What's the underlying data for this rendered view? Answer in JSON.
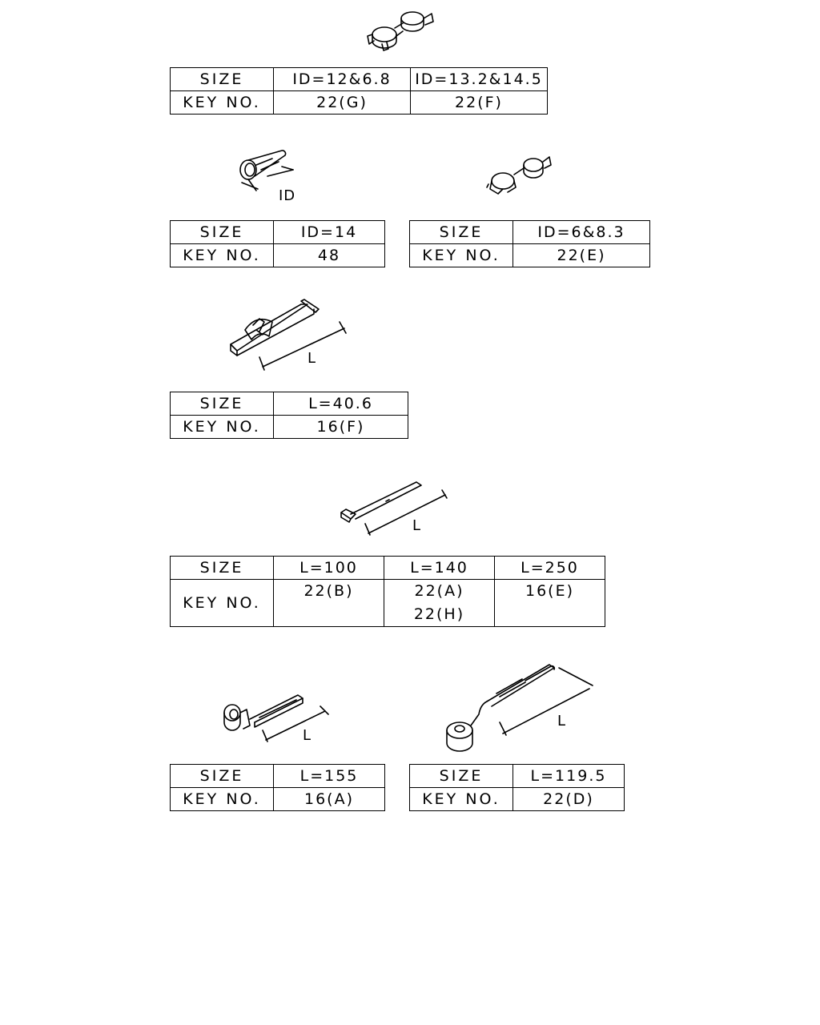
{
  "labels": {
    "size": "SIZE",
    "key_no": "KEY NO.",
    "id_dim": "ID",
    "length_dim": "L"
  },
  "tables": [
    {
      "sizes": [
        "ID=12&6.8",
        "ID=13.2&14.5"
      ],
      "keys": [
        "22(G)",
        "22(F)"
      ]
    },
    {
      "sizes": [
        "ID=14"
      ],
      "keys": [
        "48"
      ]
    },
    {
      "sizes": [
        "ID=6&8.3"
      ],
      "keys": [
        "22(E)"
      ]
    },
    {
      "sizes": [
        "L=40.6"
      ],
      "keys": [
        "16(F)"
      ]
    },
    {
      "sizes": [
        "L=100",
        "L=140",
        "L=250"
      ],
      "keys": [
        [
          "22(B)"
        ],
        [
          "22(A)",
          "22(H)"
        ],
        [
          "16(E)"
        ]
      ]
    },
    {
      "sizes": [
        "L=155"
      ],
      "keys": [
        "16(A)"
      ]
    },
    {
      "sizes": [
        "L=119.5"
      ],
      "keys": [
        "22(D)"
      ]
    }
  ]
}
